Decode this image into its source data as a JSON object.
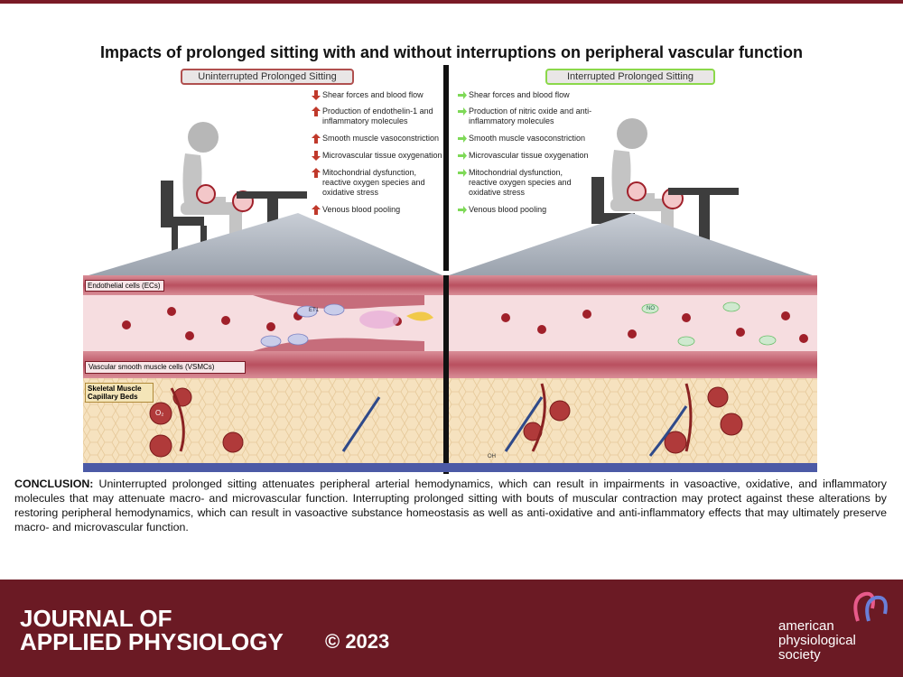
{
  "title": "Impacts of prolonged sitting with and without interruptions on peripheral vascular function",
  "left_panel": {
    "label": "Uninterrupted Prolonged Sitting",
    "effects": [
      {
        "text": "Shear forces and blood flow",
        "direction": "down"
      },
      {
        "text": "Production of endothelin-1 and inflammatory molecules",
        "direction": "up"
      },
      {
        "text": "Smooth muscle vasoconstriction",
        "direction": "up"
      },
      {
        "text": "Microvascular tissue oxygenation",
        "direction": "down"
      },
      {
        "text": "Mitochondrial dysfunction, reactive oxygen species and oxidative stress",
        "direction": "up"
      },
      {
        "text": "Venous blood pooling",
        "direction": "up"
      }
    ]
  },
  "right_panel": {
    "label": "Interrupted Prolonged Sitting",
    "effects": [
      {
        "text": "Shear forces and blood flow"
      },
      {
        "text": "Production of nitric oxide and anti-inflammatory molecules"
      },
      {
        "text": "Smooth muscle vasoconstriction"
      },
      {
        "text": "Microvascular tissue oxygenation"
      },
      {
        "text": "Mitochondrial dysfunction, reactive oxygen species and oxidative stress"
      },
      {
        "text": "Venous blood pooling"
      }
    ]
  },
  "vessel_labels": {
    "endothelial": "Endothelial cells (ECs)",
    "vsmc": "Vascular smooth muscle cells (VSMCs)",
    "skeletal": "Skeletal Muscle Capillary Beds",
    "et1": "ET1",
    "no": "NO",
    "o2": "O₂",
    "oh": "OH"
  },
  "conclusion_label": "CONCLUSION:",
  "conclusion_text": " Uninterrupted prolonged sitting attenuates peripheral arterial hemodynamics, which can result in impairments in vasoactive, oxidative, and inflammatory molecules that may attenuate macro- and microvascular function. Interrupting prolonged sitting with bouts of muscular contraction may protect against these alterations by restoring peripheral hemodynamics, which can result in vasoactive substance homeostasis as well as anti-oxidative and anti-inflammatory effects that may ultimately preserve macro- and microvascular function.",
  "footer": {
    "journal_line1": "JOURNAL OF",
    "journal_line2": "APPLIED PHYSIOLOGY",
    "copyright": "© 2023",
    "society_line1": "american",
    "society_line2": "physiological",
    "society_line3": "society"
  },
  "colors": {
    "brand": "#6b1a24",
    "up_arrow": "#c0392b",
    "green_arrow": "#7ed957",
    "vessel_wall": "#b94a5a",
    "blood_cell": "#a0202a",
    "muscle": "#f4dcb5"
  }
}
